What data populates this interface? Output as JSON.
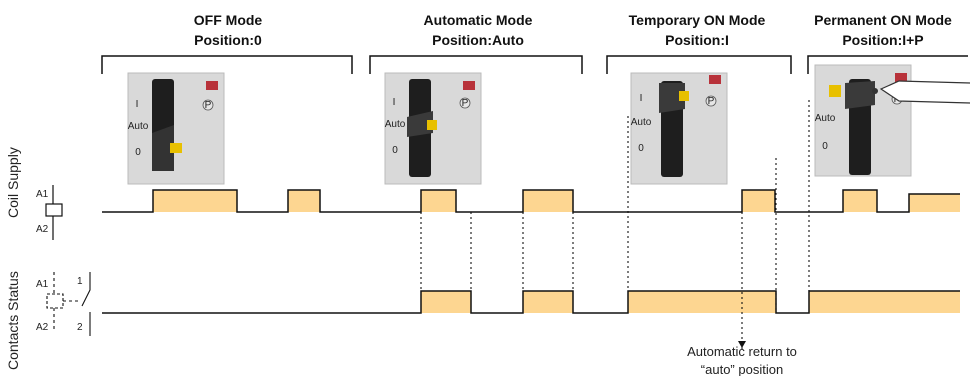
{
  "modes": [
    {
      "title": "OFF Mode",
      "position": "Position:0"
    },
    {
      "title": "Automatic Mode",
      "position": "Position:Auto"
    },
    {
      "title": "Temporary ON Mode",
      "position": "Position:I"
    },
    {
      "title": "Permanent ON Mode",
      "position": "Position:I+P"
    }
  ],
  "rows": {
    "coil": {
      "label": "Coil Supply",
      "terminal_top": "A1",
      "terminal_bottom": "A2"
    },
    "contacts": {
      "label": "Contacts Status",
      "terminal_top": "A1",
      "terminal_bottom": "A2",
      "contact_top": "1",
      "contact_bottom": "2"
    }
  },
  "switch_labels": {
    "on": "I",
    "perm": "P",
    "auto": "Auto",
    "off": "0"
  },
  "annotation": {
    "line1": "Automatic return to",
    "line2": "“auto” position"
  },
  "colors": {
    "pulse_fill": "#fdd691",
    "line": "#111111",
    "panel": "#d9d9d9",
    "knob": "#e8c000",
    "indicator": "#b8323a"
  }
}
